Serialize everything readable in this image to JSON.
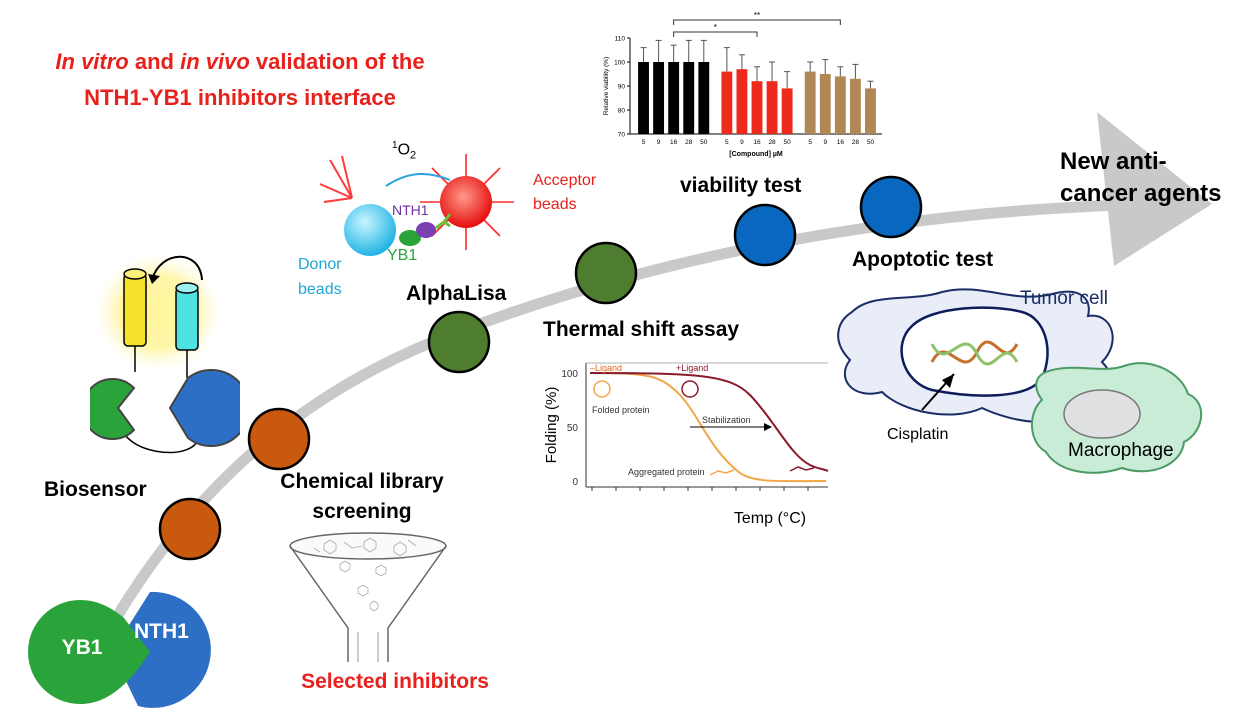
{
  "title": {
    "invitro": "In vitro",
    "and": " and ",
    "invivo": "in vivo",
    "rest": " validation of the",
    "line2": "NTH1-YB1 inhibitors interface"
  },
  "colors": {
    "title_red": "#e8211c",
    "step_brown": "#c8590f",
    "step_green": "#4e7d30",
    "step_blue": "#0a67c0",
    "yb1_green": "#2aa43a",
    "nth1_blue": "#2c6fc4",
    "arrow_gray": "#c9c9c9"
  },
  "labels": {
    "biosensor": "Biosensor",
    "chemical_library": "Chemical library",
    "screening": "screening",
    "selected_inhibitors": "Selected inhibitors",
    "alphalisa": "AlphaLisa",
    "thermal_shift": "Thermal shift assay",
    "viability_test": "viability test",
    "apoptotic_test": "Apoptotic test",
    "new_anti": "New anti-",
    "cancer_agents": "cancer agents",
    "tumor_cell": "Tumor cell",
    "cisplatin": "Cisplatin",
    "macrophage": "Macrophage",
    "yb1": "YB1",
    "nth1": "NTH1"
  },
  "alphalisa_inset": {
    "singlet_oxygen_sup": "1",
    "singlet_oxygen": "O",
    "singlet_oxygen_sub": "2",
    "acceptor_1": "Acceptor",
    "acceptor_2": "beads",
    "donor_1": "Donor",
    "donor_2": "beads",
    "nth1": "NTH1",
    "yb1": "YB1"
  },
  "thermal_plot": {
    "ylabel": "Folding (%)",
    "xlabel": "Temp (°C)",
    "yticks": [
      "100",
      "50",
      "0"
    ],
    "minus_ligand": "–Ligand",
    "plus_ligand": "+Ligand",
    "folded": "Folded protein",
    "stabilization": "Stabilization",
    "aggregated": "Aggregated protein"
  },
  "chart_data": {
    "type": "bar",
    "ylabel": "Relative viability (%)",
    "xlabel": "[Compound] µM",
    "ylim": [
      70,
      110
    ],
    "yticks": [
      70,
      80,
      90,
      100,
      110
    ],
    "categories": [
      "5",
      "9",
      "16",
      "28",
      "50",
      "5",
      "9",
      "16",
      "28",
      "50",
      "5",
      "9",
      "16",
      "28",
      "50"
    ],
    "values": [
      100,
      100,
      100,
      100,
      100,
      96,
      97,
      92,
      92,
      89,
      96,
      95,
      94,
      93,
      89
    ],
    "errors": [
      6,
      9,
      7,
      9,
      9,
      10,
      6,
      6,
      8,
      7,
      4,
      6,
      4,
      6,
      3
    ],
    "group_colors": [
      "#000000",
      "#000000",
      "#000000",
      "#000000",
      "#000000",
      "#ee2a1c",
      "#ee2a1c",
      "#ee2a1c",
      "#ee2a1c",
      "#ee2a1c",
      "#b18755",
      "#b18755",
      "#b18755",
      "#b18755",
      "#b18755"
    ],
    "significance": [
      {
        "from": 2,
        "to": 7,
        "label": "*"
      },
      {
        "from": 2,
        "to": 12,
        "label": "**"
      }
    ]
  }
}
